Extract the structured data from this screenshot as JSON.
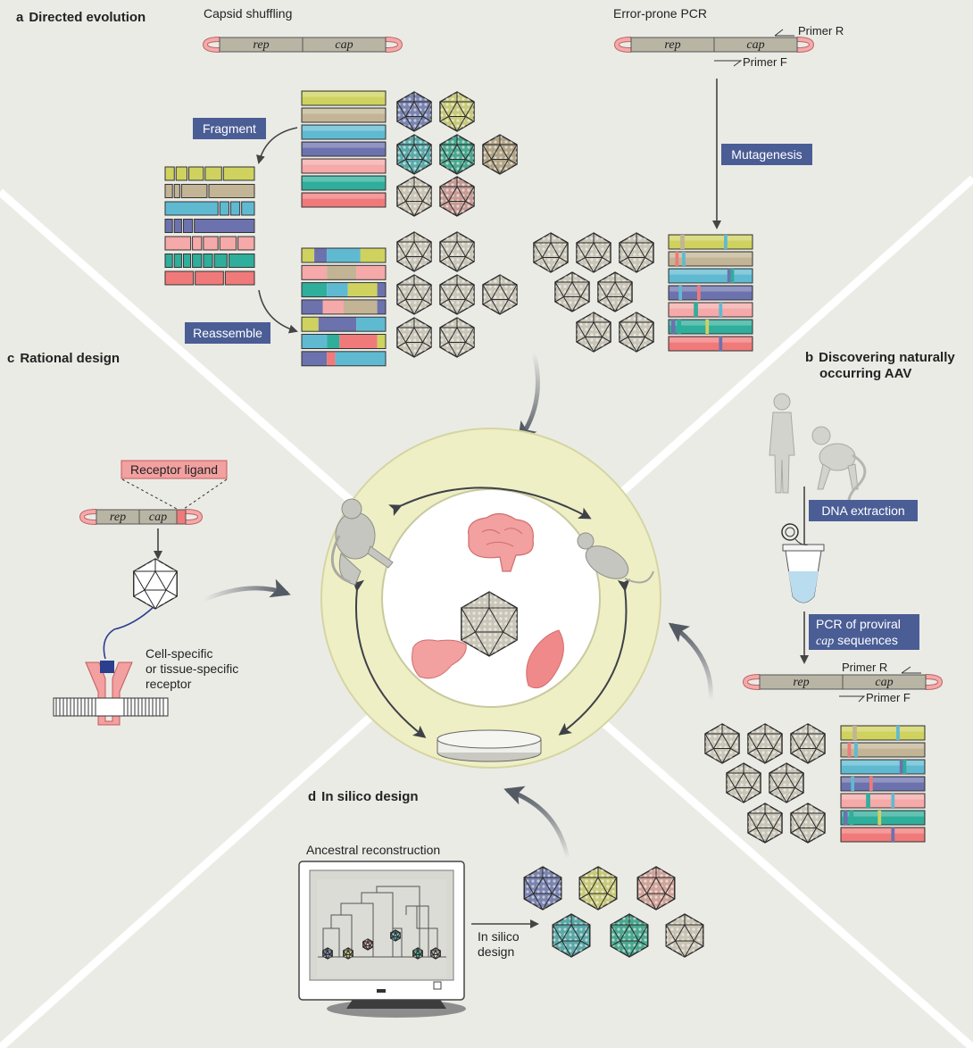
{
  "panels": {
    "a": {
      "letter": "a",
      "title": "Directed evolution"
    },
    "b": {
      "letter": "b",
      "title_line1": "Discovering naturally",
      "title_line2": "occurring AAV"
    },
    "c": {
      "letter": "c",
      "title": "Rational design"
    },
    "d": {
      "letter": "d",
      "title": "In silico design"
    }
  },
  "labels": {
    "capsid_shuffling": "Capsid shuffling",
    "error_prone_pcr": "Error-prone PCR",
    "primer_r": "Primer R",
    "primer_f": "Primer F",
    "fragment": "Fragment",
    "reassemble": "Reassemble",
    "mutagenesis": "Mutagenesis",
    "dna_extraction": "DNA extraction",
    "pcr_line1": "PCR of proviral",
    "pcr_line2_gene": "cap",
    "pcr_line2_rest": " sequences",
    "receptor_ligand": "Receptor ligand",
    "receptor_line1": "Cell-specific",
    "receptor_line2": "or tissue-specific",
    "receptor_line3": "receptor",
    "ancestral": "Ancestral reconstruction",
    "in_silico_line1": "In silico",
    "in_silico_line2": "design",
    "rep": "rep",
    "cap": "cap"
  },
  "colors": {
    "background": "#ebebe6",
    "box_blue": "#4a5d95",
    "receptor_pink": "#f2a0a0",
    "ring": "#efefc6",
    "gene_bar": "#b9b5a5",
    "yellow": "#cfd25e",
    "tan": "#c2b494",
    "cyan": "#5fbad1",
    "indigo": "#6c72ad",
    "pink": "#f5a9a9",
    "teal": "#2fae9b",
    "salmon": "#f07a7a"
  }
}
